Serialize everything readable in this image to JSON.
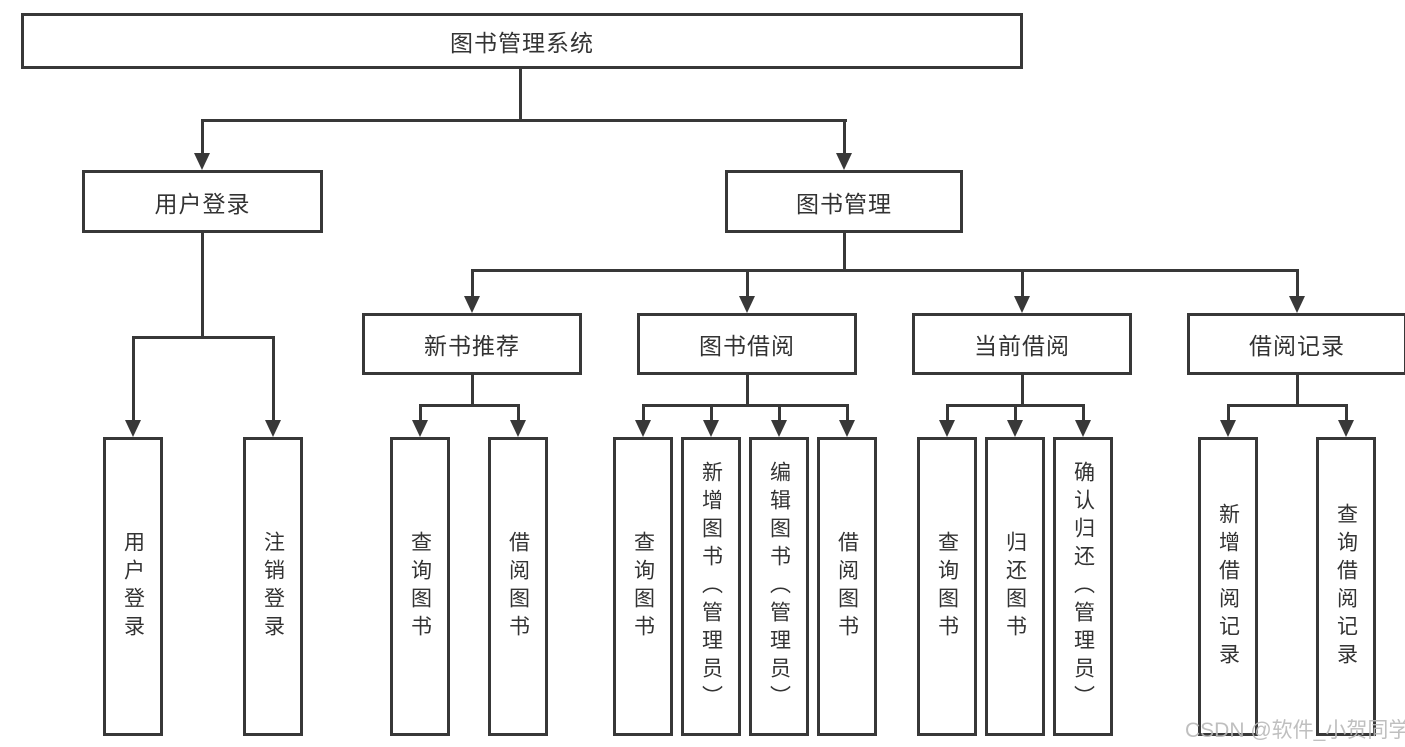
{
  "nodes": {
    "root": "图书管理系统",
    "l2_user_login": "用户登录",
    "l2_book_mgmt": "图书管理",
    "l3_new_book_rec": "新书推荐",
    "l3_book_borrow": "图书借阅",
    "l3_current_borrow": "当前借阅",
    "l3_borrow_records": "借阅记录",
    "leaf_user_login": "用户登录",
    "leaf_logout": "注销登录",
    "leaf_nbr_query_book": "查询图书",
    "leaf_nbr_borrow_book": "借阅图书",
    "leaf_bb_query_book": "查询图书",
    "leaf_bb_add_book": "新增图书（管理员）",
    "leaf_bb_edit_book": "编辑图书（管理员）",
    "leaf_bb_borrow_book": "借阅图书",
    "leaf_cb_query_book": "查询图书",
    "leaf_cb_return_book": "归还图书",
    "leaf_cb_confirm_return": "确认归还（管理员）",
    "leaf_br_add_record": "新增借阅记录",
    "leaf_br_query_record": "查询借阅记录"
  },
  "watermark": "CSDN @软件_小贺同学",
  "colors": {
    "line": "#383838",
    "box_border": "#383838",
    "text": "#333333",
    "watermark": "#b9b9b9",
    "background": "#ffffff"
  }
}
